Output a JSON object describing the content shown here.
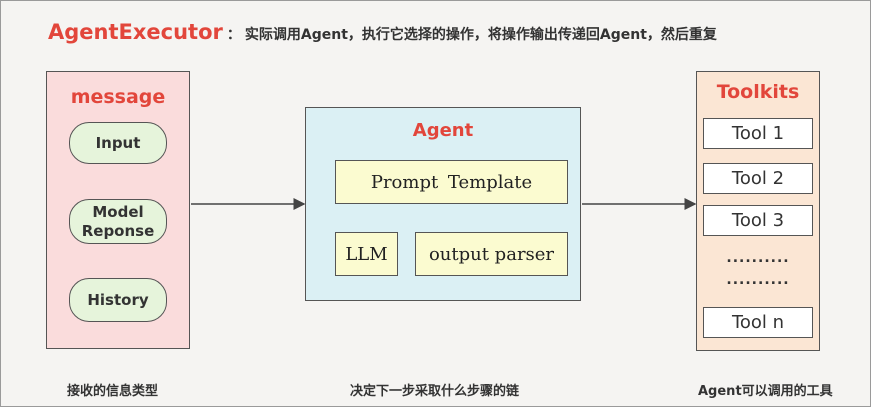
{
  "title": {
    "main": "AgentExecutor",
    "separator": "：",
    "description": "实际调用Agent，执行它选择的操作，将操作输出传递回Agent，然后重复"
  },
  "message": {
    "title": "message",
    "items": [
      "Input",
      "Model\nReponse",
      "History"
    ]
  },
  "agent": {
    "title": "Agent",
    "prompt": "Prompt Template",
    "llm": "LLM",
    "parser": "output parser"
  },
  "toolkits": {
    "title": "Toolkits",
    "tools": [
      "Tool 1",
      "Tool 2",
      "Tool 3",
      "Tool n"
    ],
    "ellipsis": ".........."
  },
  "captions": {
    "left": "接收的信息类型",
    "middle": "决定下一步采取什么步骤的链",
    "right": "Agent可以调用的工具"
  },
  "colors": {
    "accent": "#e2463b",
    "message_bg": "#fadcdc",
    "agent_bg": "#dbf0f4",
    "toolkit_bg": "#fbe6d4",
    "pill_bg": "#e6f4db",
    "yellow_box": "#fbfbd0"
  }
}
